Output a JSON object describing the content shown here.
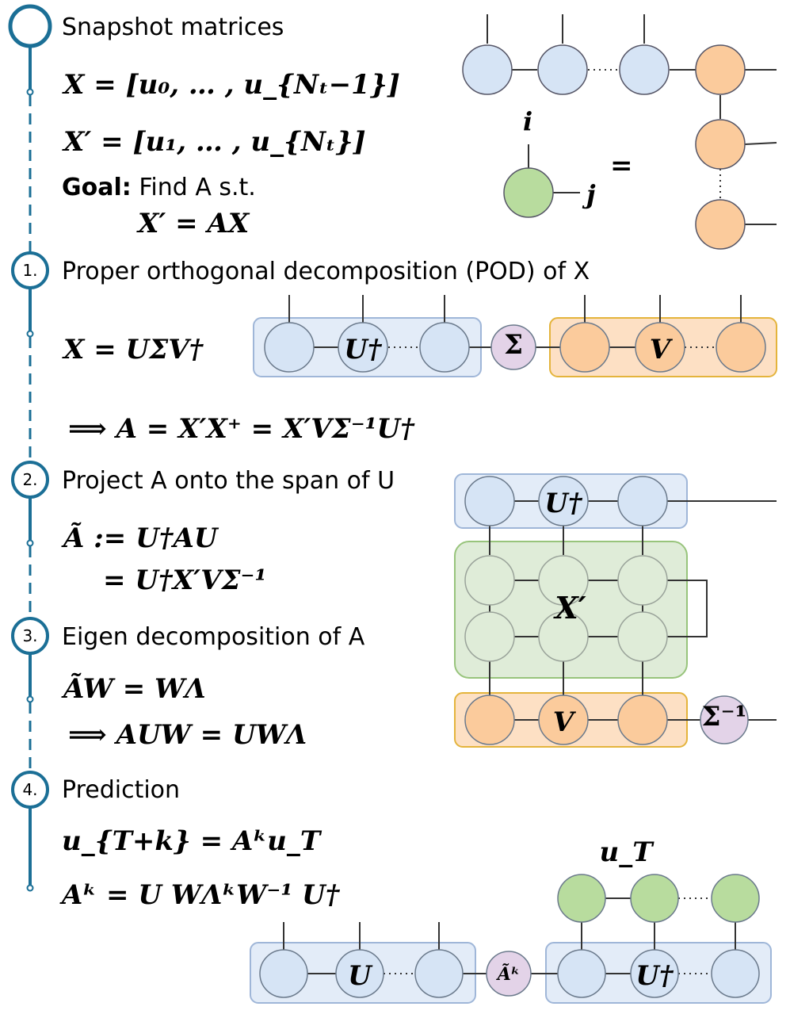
{
  "intro": {
    "title": "Snapshot matrices",
    "eq_x": "X = [u₀, … , u_{Nₜ−1}]",
    "eq_xp": "X′ = [u₁, … , u_{Nₜ}]",
    "goal_label": "Goal:",
    "goal_text": "Find A s.t.",
    "goal_eq": "X′ = AX",
    "index_i": "i",
    "index_j": "j",
    "equals": "="
  },
  "steps": [
    {
      "number": "1.",
      "title": "Proper orthogonal decomposition (POD) of X",
      "eq1": "X = UΣV†",
      "eq2": "⟹  A = X′X⁺ = X′VΣ⁻¹U†",
      "tn_labels": {
        "u": "U†",
        "sigma": "Σ",
        "v": "V"
      }
    },
    {
      "number": "2.",
      "title": "Project A onto the span of U",
      "eq1": "Ã := U†AU",
      "eq2": "= U†X′VΣ⁻¹",
      "tn_labels": {
        "u": "U†",
        "x": "X′",
        "v": "V",
        "sigma": "Σ⁻¹"
      }
    },
    {
      "number": "3.",
      "title": "Eigen decomposition of A",
      "eq1": "ÃW = WΛ",
      "eq2": "⟹  AUW = UWΛ"
    },
    {
      "number": "4.",
      "title": "Prediction",
      "eq1": "u_{T+k} = Aᵏu_T",
      "eq2": "Aᵏ = U WΛᵏW⁻¹ U†",
      "tn_labels": {
        "ut": "u_T",
        "u": "U",
        "ak": "Ãᵏ",
        "udag": "U†"
      }
    }
  ],
  "colors": {
    "timeline": "#1b6f96",
    "blue_node": "#d6e4f5",
    "blue_box": "#e3ecf8",
    "orange_node": "#fbcb9c",
    "orange_box": "#fde0c4",
    "green_node": "#b8dc9e",
    "green_box": "#dfecd8",
    "purple_node": "#e3d3e8",
    "node_stroke": "#6b7a8c"
  }
}
